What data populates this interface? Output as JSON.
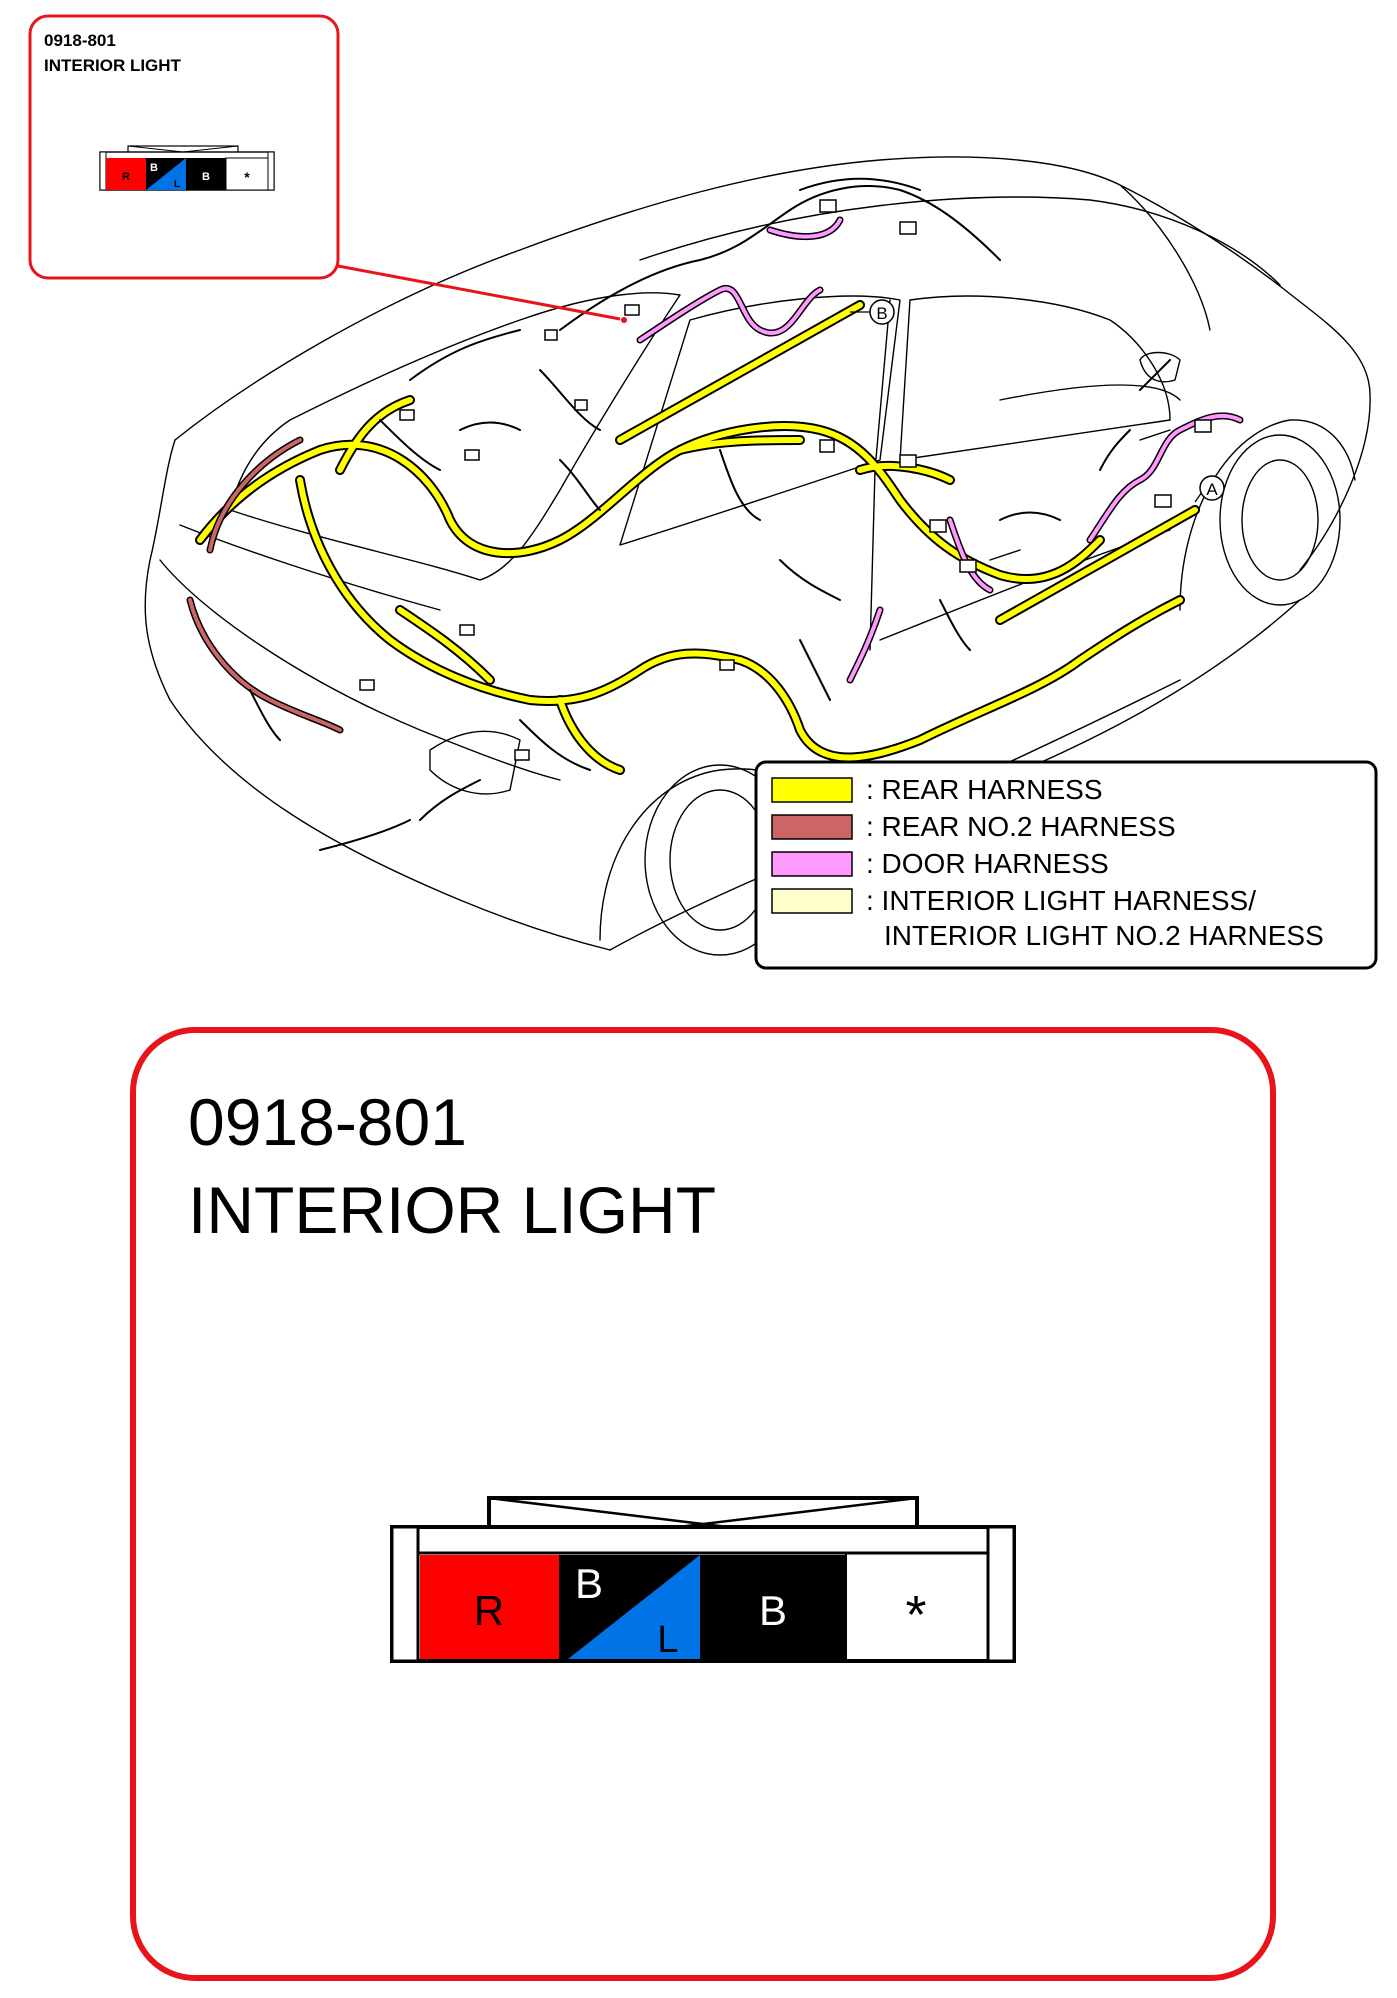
{
  "inset_callout": {
    "code": "0918-801",
    "name": "INTERIOR LIGHT"
  },
  "main_callout": {
    "code": "0918-801",
    "name": "INTERIOR LIGHT"
  },
  "connector": {
    "pins": [
      {
        "label": "R",
        "color": "#ff0000",
        "text_color": "#000000"
      },
      {
        "top_label": "B",
        "bottom_label": "L",
        "top_color": "#000000",
        "bottom_color": "#0073e6"
      },
      {
        "label": "B",
        "color": "#000000",
        "text_color": "#ffffff"
      },
      {
        "label": "*",
        "color": "#ffffff",
        "text_color": "#000000"
      }
    ]
  },
  "markers": {
    "a": "A",
    "b": "B"
  },
  "legend": {
    "items": [
      {
        "color": "#ffff00",
        "label": ": REAR HARNESS"
      },
      {
        "color": "#cc6666",
        "label": ": REAR NO.2 HARNESS"
      },
      {
        "color": "#ff99ff",
        "label": ": DOOR HARNESS"
      },
      {
        "color": "#ffffcc",
        "label": ": INTERIOR LIGHT HARNESS/"
      }
    ],
    "continuation": "INTERIOR LIGHT NO.2 HARNESS"
  },
  "colors": {
    "callout_border": "#e8141c",
    "rear_harness": "#ffff00",
    "rear_no2_harness": "#cc6666",
    "door_harness": "#ff99ff",
    "interior_light_harness": "#ffffcc"
  }
}
